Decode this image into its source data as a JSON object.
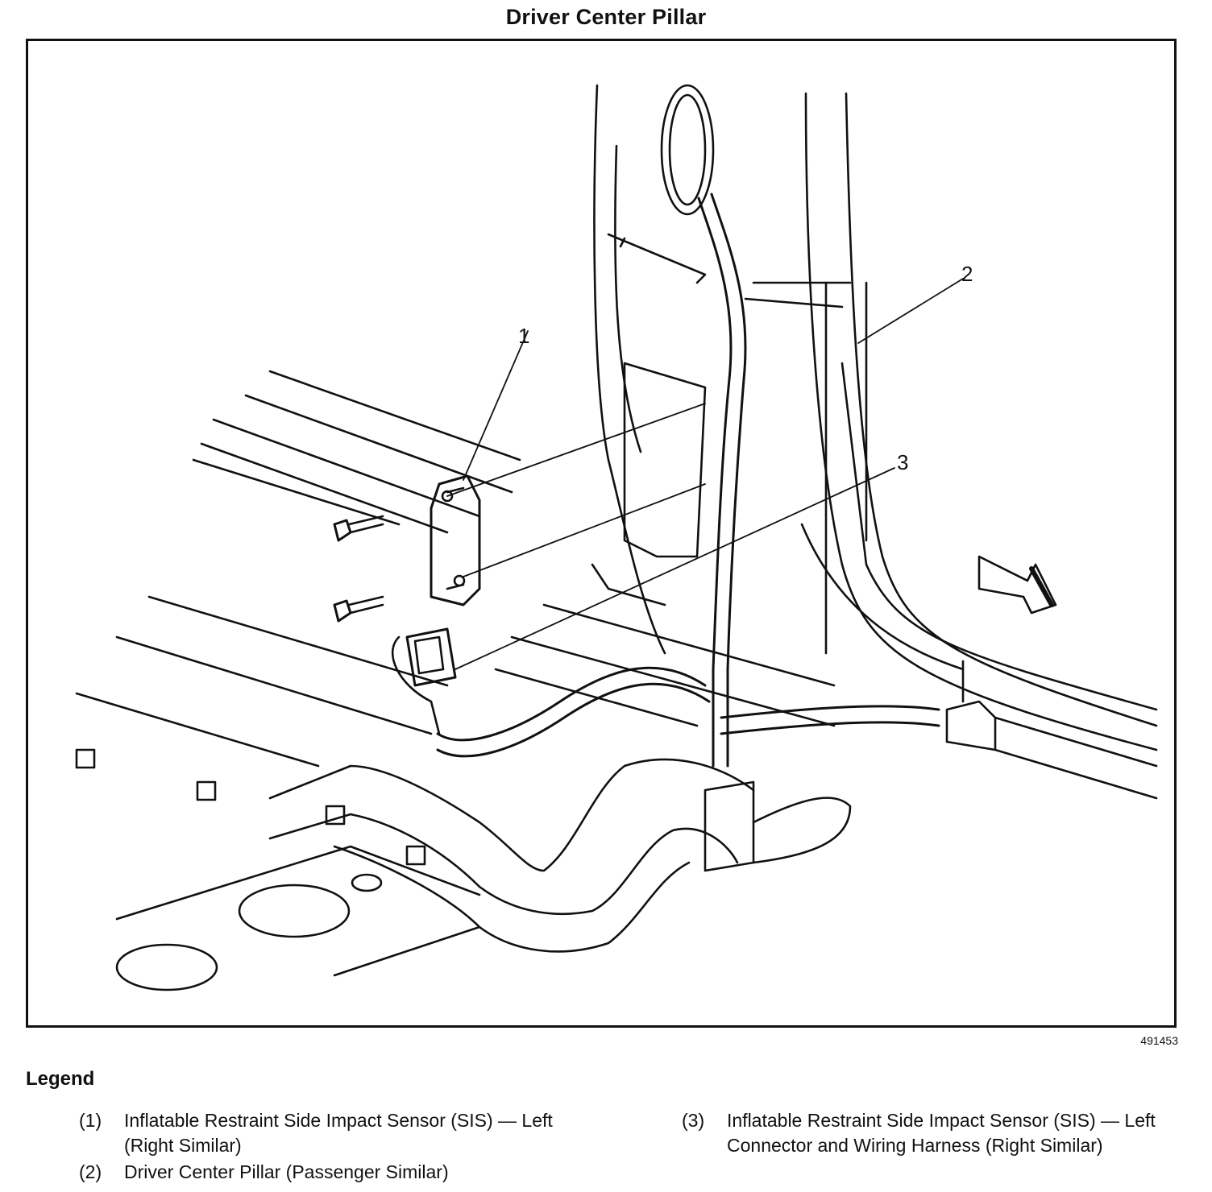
{
  "title": "Driver Center Pillar",
  "figure_id": "491453",
  "callouts": [
    "1",
    "2",
    "3"
  ],
  "legend": {
    "heading": "Legend",
    "items": [
      {
        "num": "(1)",
        "text": "Inflatable Restraint Side Impact Sensor (SIS) — Left (Right Similar)"
      },
      {
        "num": "(2)",
        "text": "Driver Center Pillar (Passenger Similar)"
      },
      {
        "num": "(3)",
        "text": "Inflatable Restraint Side Impact Sensor (SIS) — Left Connector and Wiring Harness (Right Similar)"
      }
    ]
  }
}
